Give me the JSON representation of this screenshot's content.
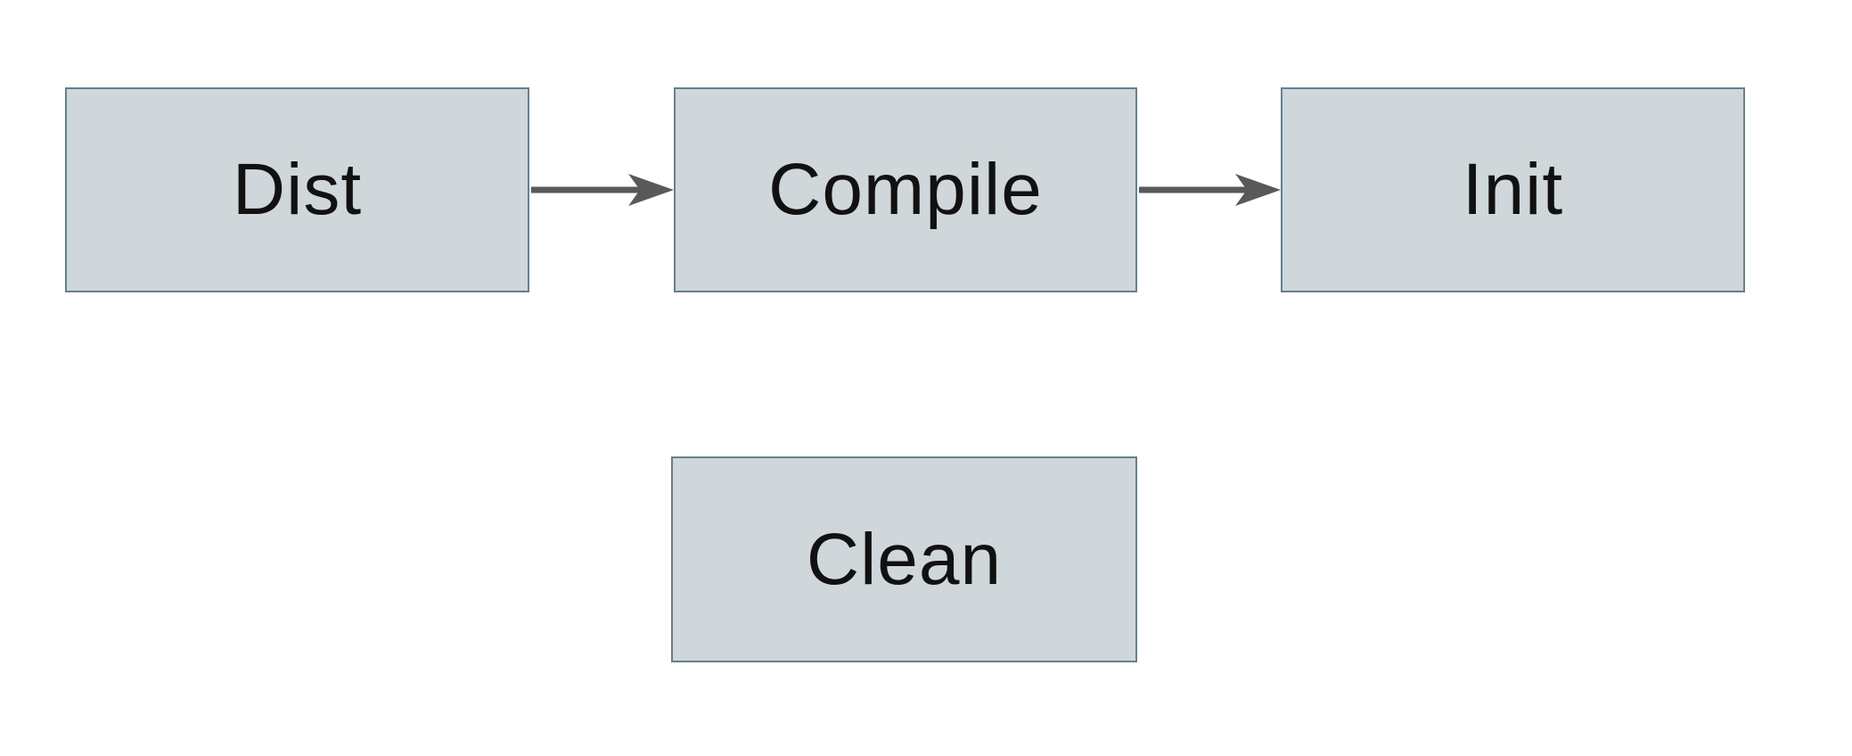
{
  "diagram": {
    "type": "flowchart",
    "nodes": [
      {
        "id": "dist",
        "label": "Dist"
      },
      {
        "id": "compile",
        "label": "Compile"
      },
      {
        "id": "init",
        "label": "Init"
      },
      {
        "id": "clean",
        "label": "Clean"
      }
    ],
    "edges": [
      {
        "from": "dist",
        "to": "compile",
        "style": "solid-arrow",
        "direction": "right"
      },
      {
        "from": "compile",
        "to": "init",
        "style": "solid-arrow",
        "direction": "right"
      }
    ]
  },
  "theme": {
    "node-fill": "#cfd7da",
    "node-border": "#657f8e",
    "arrow-color": "#595959",
    "text-color": "#111111",
    "canvas-bg": "#ffffff"
  }
}
